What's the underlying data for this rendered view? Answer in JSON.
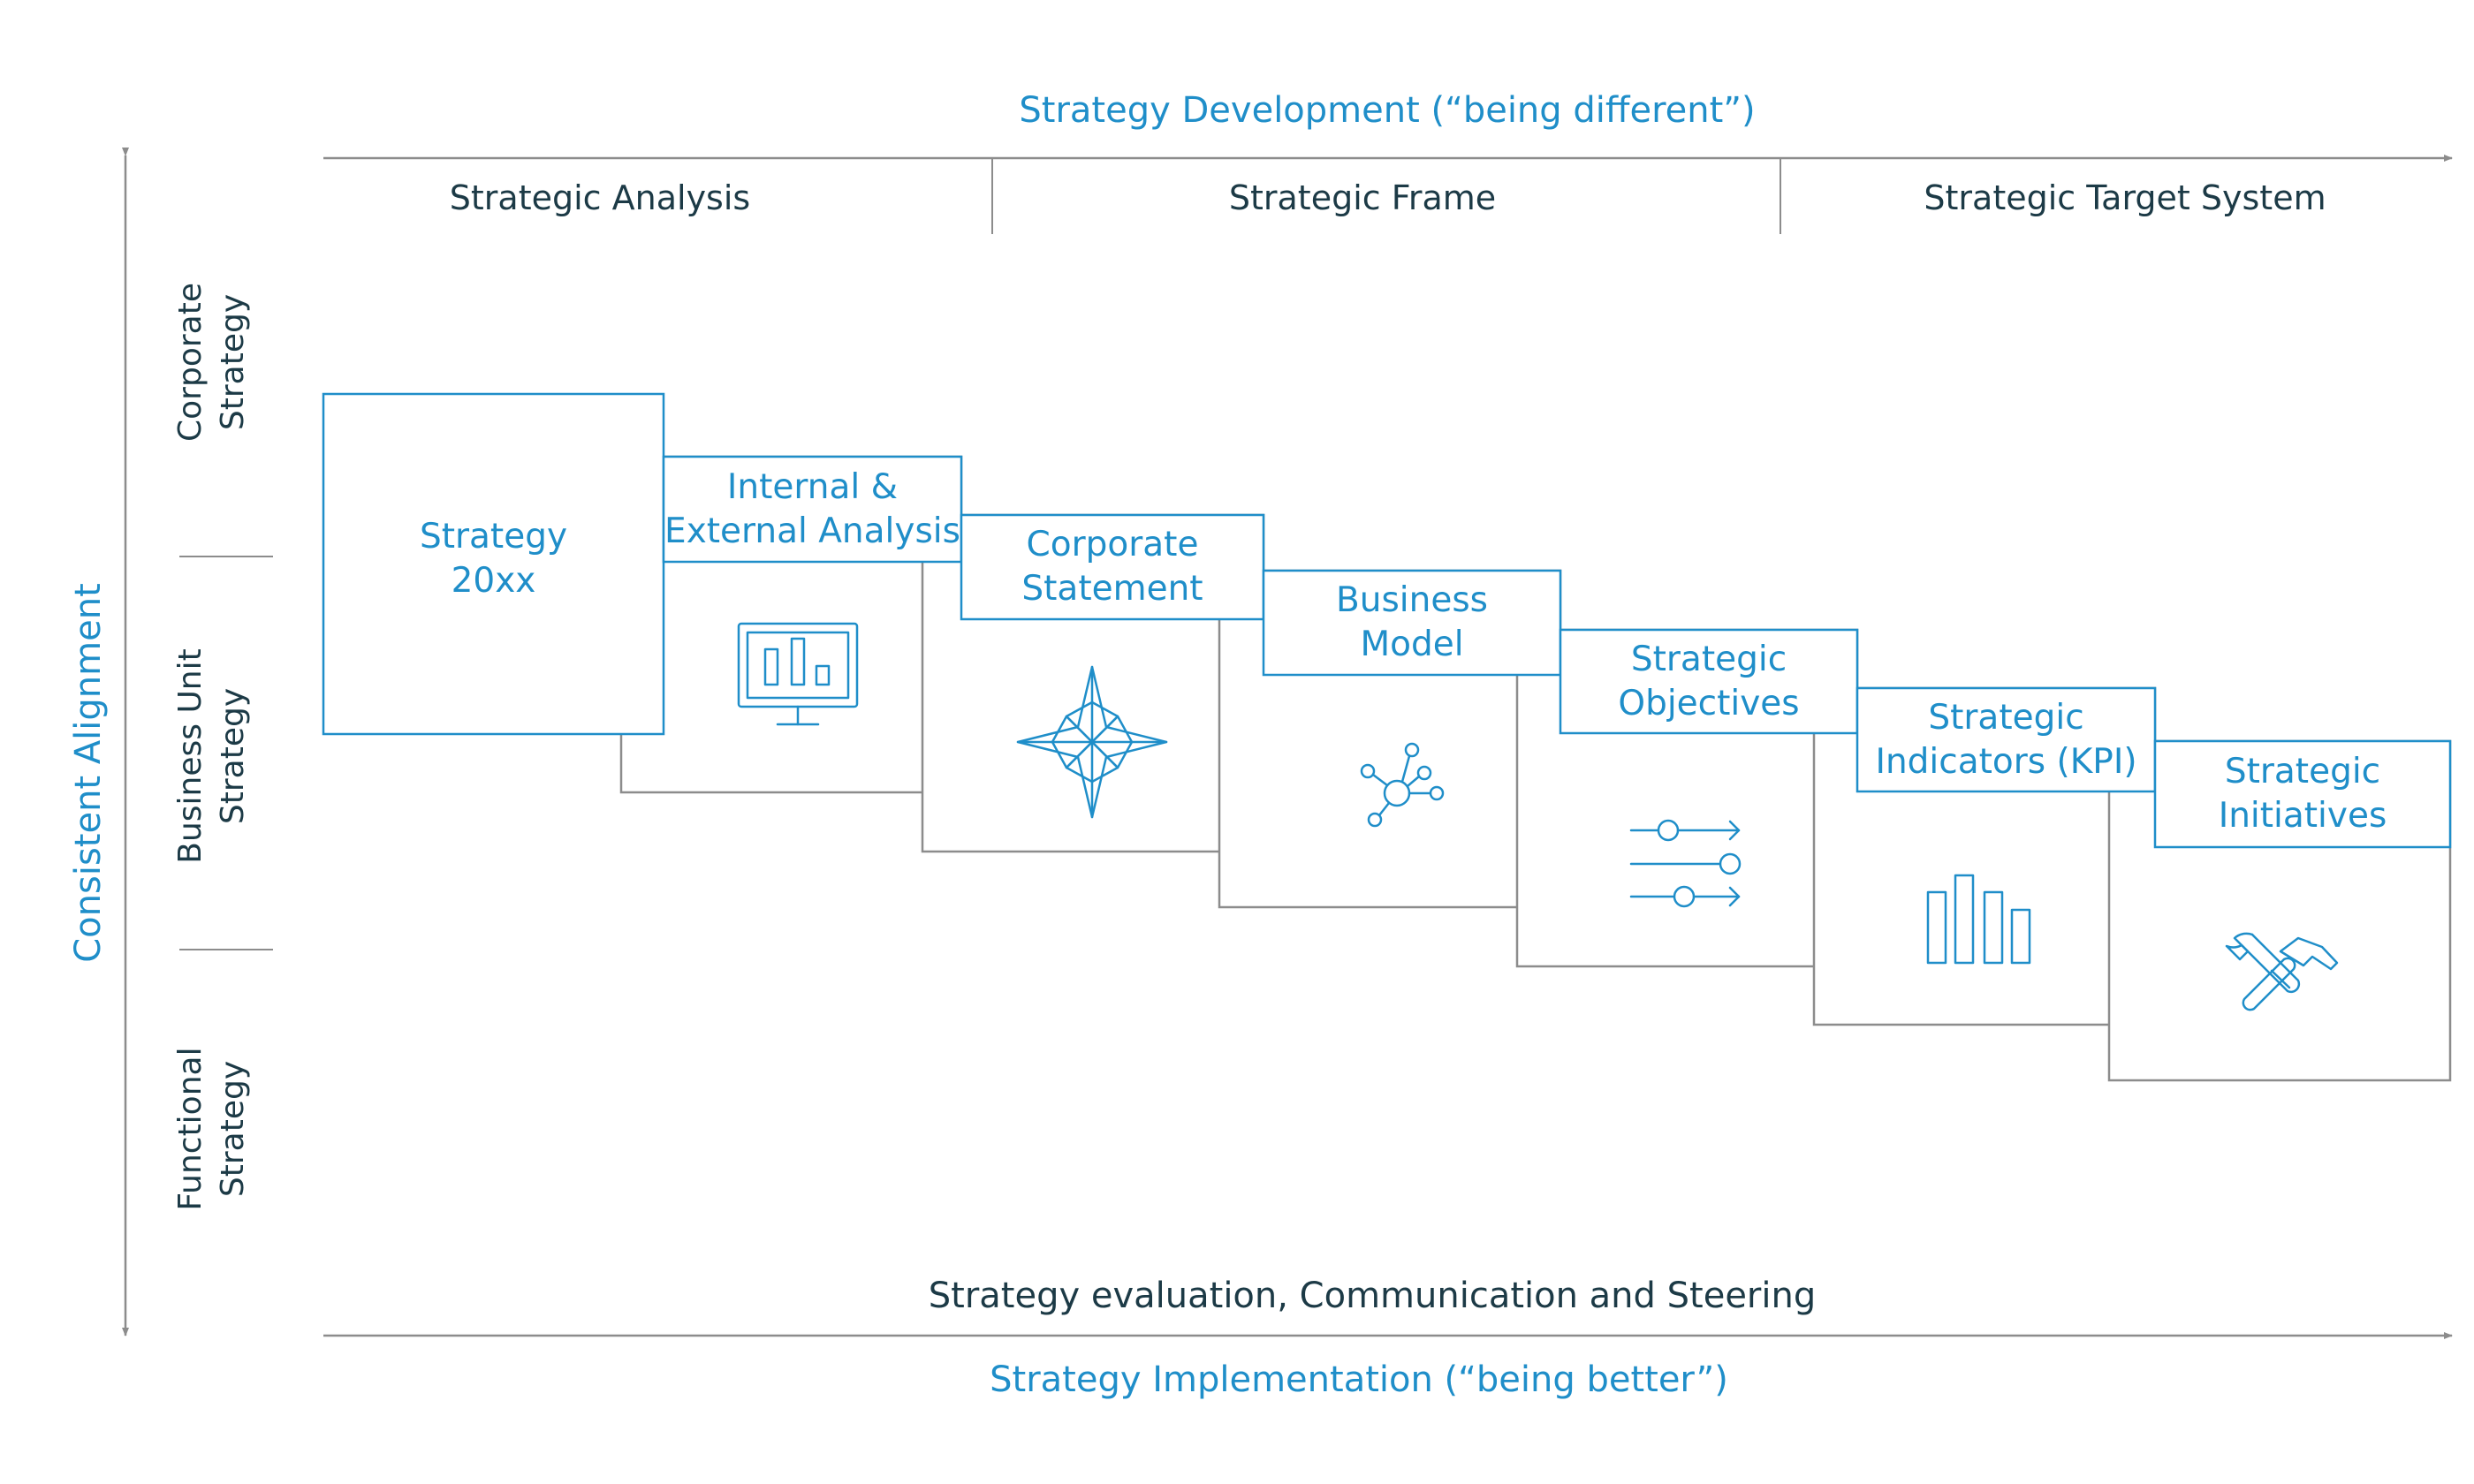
{
  "top_axis": {
    "label": "Strategy Development (“being different”)"
  },
  "bottom_axis": {
    "process_label": "Strategy evaluation, Communication and Steering",
    "label": "Strategy Implementation (“being better”)"
  },
  "vertical_axis": {
    "label": "Consistent Alignment"
  },
  "columns": [
    "Strategic Analysis",
    "Strategic Frame",
    "Strategic Target System"
  ],
  "levels": [
    {
      "line1": "Corporate",
      "line2": "Strategy"
    },
    {
      "line1": "Business Unit",
      "line2": "Strategy"
    },
    {
      "line1": "Functional",
      "line2": "Strategy"
    }
  ],
  "main_box": {
    "line1": "Strategy",
    "line2": "20xx"
  },
  "cards": [
    {
      "line1": "Internal &",
      "line2": "External Analysis",
      "icon": "monitor-chart-icon"
    },
    {
      "line1": "Corporate",
      "line2": "Statement",
      "icon": "compass-star-icon"
    },
    {
      "line1": "Business",
      "line2": "Model",
      "icon": "network-nodes-icon"
    },
    {
      "line1": "Strategic",
      "line2": "Objectives",
      "icon": "sliders-arrows-icon"
    },
    {
      "line1": "Strategic",
      "line2": "Indicators (KPI)",
      "icon": "bar-chart-icon"
    },
    {
      "line1": "Strategic",
      "line2": "Initiatives",
      "icon": "tools-icon"
    }
  ],
  "colors": {
    "accent": "#1f8ec9",
    "text": "#1c3a46",
    "lines": "#8c8c8c"
  }
}
